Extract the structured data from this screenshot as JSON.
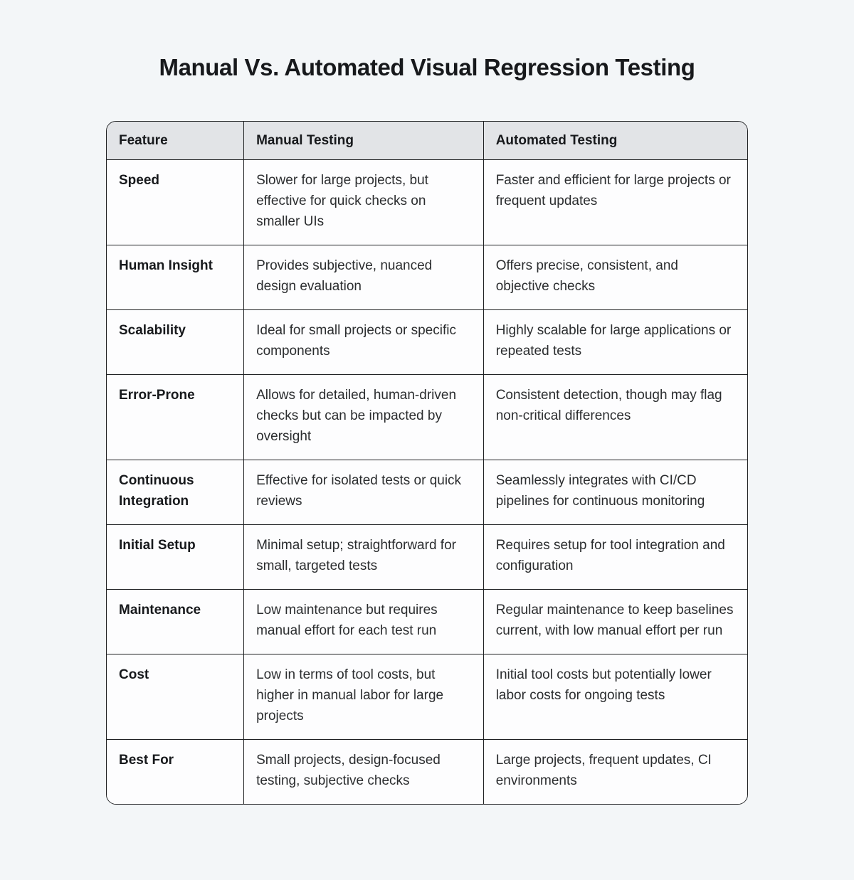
{
  "page": {
    "title": "Manual Vs. Automated Visual Regression Testing"
  },
  "colors": {
    "page_background": "#f3f6f8",
    "header_row_background": "#e2e4e7",
    "cell_background": "#fdfdfe",
    "border": "#1f2123",
    "text": "#2b2d2f",
    "heading_text": "#17191c"
  },
  "table": {
    "columns": [
      "Feature",
      "Manual Testing",
      "Automated Testing"
    ],
    "rows": [
      {
        "feature": "Speed",
        "manual": "Slower for large projects, but effective for quick checks on smaller UIs",
        "automated": "Faster and efficient for large projects or frequent updates"
      },
      {
        "feature": "Human Insight",
        "manual": "Provides subjective, nuanced design evaluation",
        "automated": "Offers precise, consistent, and objective checks"
      },
      {
        "feature": "Scalability",
        "manual": "Ideal for small projects or specific components",
        "automated": "Highly scalable for large applications or repeated tests"
      },
      {
        "feature": "Error-Prone",
        "manual": "Allows for detailed, human-driven checks but can be impacted by oversight",
        "automated": "Consistent detection, though may flag non-critical differences"
      },
      {
        "feature": "Continuous Integration",
        "manual": "Effective for isolated tests or quick reviews",
        "automated": "Seamlessly integrates with CI/CD pipelines for continuous monitoring"
      },
      {
        "feature": "Initial Setup",
        "manual": "Minimal setup; straightforward for small, targeted tests",
        "automated": "Requires setup for tool integration and configuration"
      },
      {
        "feature": "Maintenance",
        "manual": "Low maintenance but requires manual effort for each test run",
        "automated": "Regular maintenance to keep baselines current, with low manual effort per run"
      },
      {
        "feature": "Cost",
        "manual": "Low in terms of tool costs, but higher in manual labor for large projects",
        "automated": "Initial tool costs but potentially lower labor costs for ongoing tests"
      },
      {
        "feature": "Best For",
        "manual": "Small projects, design-focused testing, subjective checks",
        "automated": "Large projects, frequent updates, CI environments"
      }
    ]
  }
}
